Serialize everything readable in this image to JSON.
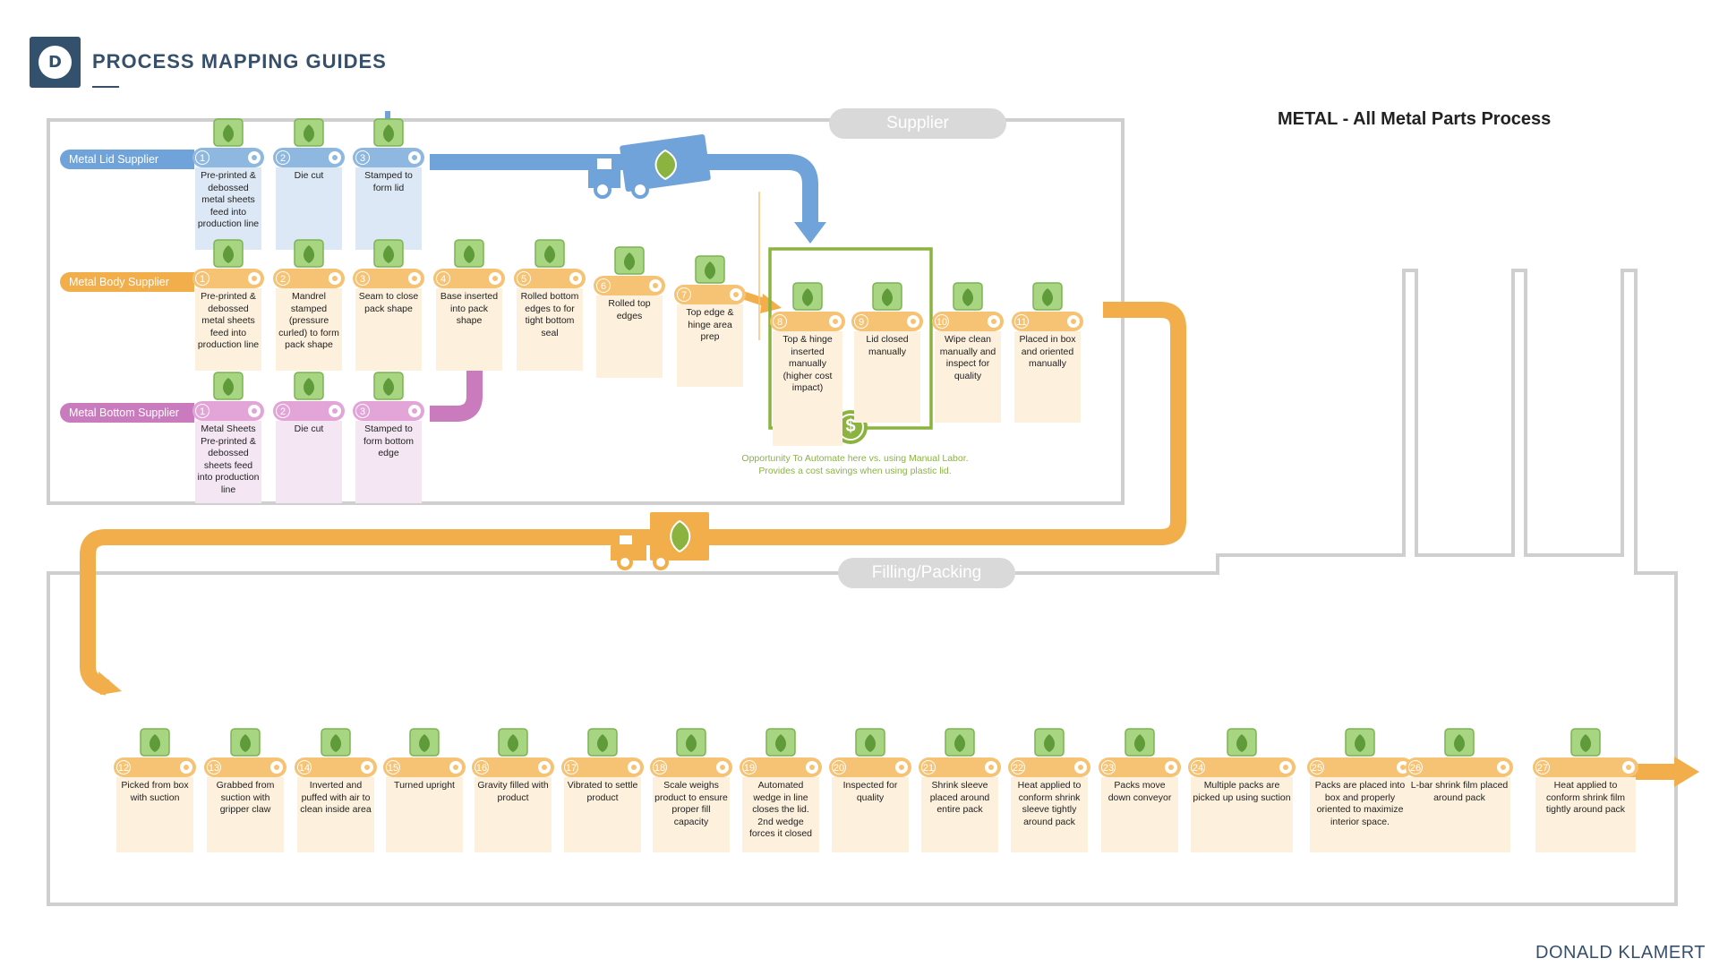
{
  "header": {
    "brand_title": "PROCESS MAPPING GUIDES",
    "brand_glyph": "D",
    "doc_title": "METAL - All Metal Parts Process",
    "author": "DONALD KLAMERT"
  },
  "sections": {
    "supplier": "Supplier",
    "filling": "Filling/Packing"
  },
  "lanes": {
    "lid": "Metal Lid Supplier",
    "body": "Metal Body Supplier",
    "bottom": "Metal Bottom Supplier"
  },
  "lid_steps": [
    {
      "num": "1",
      "text": "Pre-printed  & debossed metal sheets feed into production line"
    },
    {
      "num": "2",
      "text": "Die cut"
    },
    {
      "num": "3",
      "text": "Stamped to form lid"
    }
  ],
  "body_steps": [
    {
      "num": "1",
      "text": "Pre-printed  & debossed metal sheets feed into production line"
    },
    {
      "num": "2",
      "text": "Mandrel stamped (pressure curled) to form pack shape"
    },
    {
      "num": "3",
      "text": "Seam to close pack shape"
    },
    {
      "num": "4",
      "text": "Base inserted into pack shape"
    },
    {
      "num": "5",
      "text": "Rolled bottom edges to for tight bottom seal"
    },
    {
      "num": "6",
      "text": "Rolled top edges"
    },
    {
      "num": "7",
      "text": "Top edge & hinge area prep"
    },
    {
      "num": "8",
      "text": "Top & hinge inserted manually (higher cost impact)"
    },
    {
      "num": "9",
      "text": "Lid closed manually"
    },
    {
      "num": "10",
      "text": "Wipe clean manually and inspect for quality"
    },
    {
      "num": "11",
      "text": "Placed in box and oriented manually"
    }
  ],
  "bottom_steps": [
    {
      "num": "1",
      "text": "Metal Sheets Pre-printed  & debossed sheets feed into production line"
    },
    {
      "num": "2",
      "text": "Die cut"
    },
    {
      "num": "3",
      "text": "Stamped to form bottom edge"
    }
  ],
  "automation_note": {
    "line1": "Opportunity To Automate here vs. using Manual Labor.",
    "line2": "Provides a cost savings when using plastic lid.",
    "symbol": "$"
  },
  "fill_steps": [
    {
      "num": "12",
      "text": "Picked from box with suction"
    },
    {
      "num": "13",
      "text": "Grabbed from suction with gripper claw"
    },
    {
      "num": "14",
      "text": "Inverted and puffed with air to clean inside area"
    },
    {
      "num": "15",
      "text": "Turned upright"
    },
    {
      "num": "16",
      "text": "Gravity filled with product"
    },
    {
      "num": "17",
      "text": "Vibrated to settle product"
    },
    {
      "num": "18",
      "text": "Scale weighs product to ensure proper fill capacity"
    },
    {
      "num": "19",
      "text": "Automated wedge in line closes the lid. 2nd wedge forces it closed"
    },
    {
      "num": "20",
      "text": "Inspected for quality"
    },
    {
      "num": "21",
      "text": "Shrink sleeve placed around entire pack"
    },
    {
      "num": "22",
      "text": "Heat applied to conform shrink sleeve tightly around pack"
    },
    {
      "num": "23",
      "text": "Packs move down conveyor"
    },
    {
      "num": "24",
      "text": "Multiple packs are picked up using suction"
    },
    {
      "num": "25",
      "text": "Packs are placed into box and properly oriented to maximize interior space."
    },
    {
      "num": "26",
      "text": "L-bar shrink film placed around pack"
    },
    {
      "num": "27",
      "text": "Heat applied to conform shrink film tightly around pack"
    }
  ],
  "colors": {
    "blue": "#6fa3da",
    "orange": "#f2ae4a",
    "pink": "#c97bbd",
    "green": "#8ab43f",
    "navy": "#33506d",
    "gray": "#cfcfcf"
  },
  "icons": [
    "truck-icon",
    "leaf-icon",
    "dollar-icon",
    "hand-icon",
    "magnifier-icon",
    "thermometer-icon",
    "scale-icon",
    "arrow-icon"
  ]
}
